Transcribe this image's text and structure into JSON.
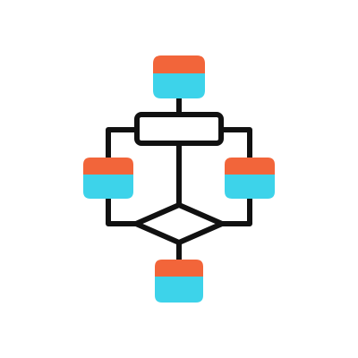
{
  "icon": {
    "name": "workflow-diagram-icon",
    "colors": {
      "stroke": "#111111",
      "card_top": "#F2653A",
      "card_bottom": "#3DD3EA",
      "background": "#FFFFFF"
    },
    "nodes": [
      {
        "id": "top-card",
        "kind": "card"
      },
      {
        "id": "center-process",
        "kind": "process"
      },
      {
        "id": "left-card",
        "kind": "card"
      },
      {
        "id": "right-card",
        "kind": "card"
      },
      {
        "id": "decision-diamond",
        "kind": "decision"
      },
      {
        "id": "bottom-card",
        "kind": "card"
      }
    ]
  }
}
